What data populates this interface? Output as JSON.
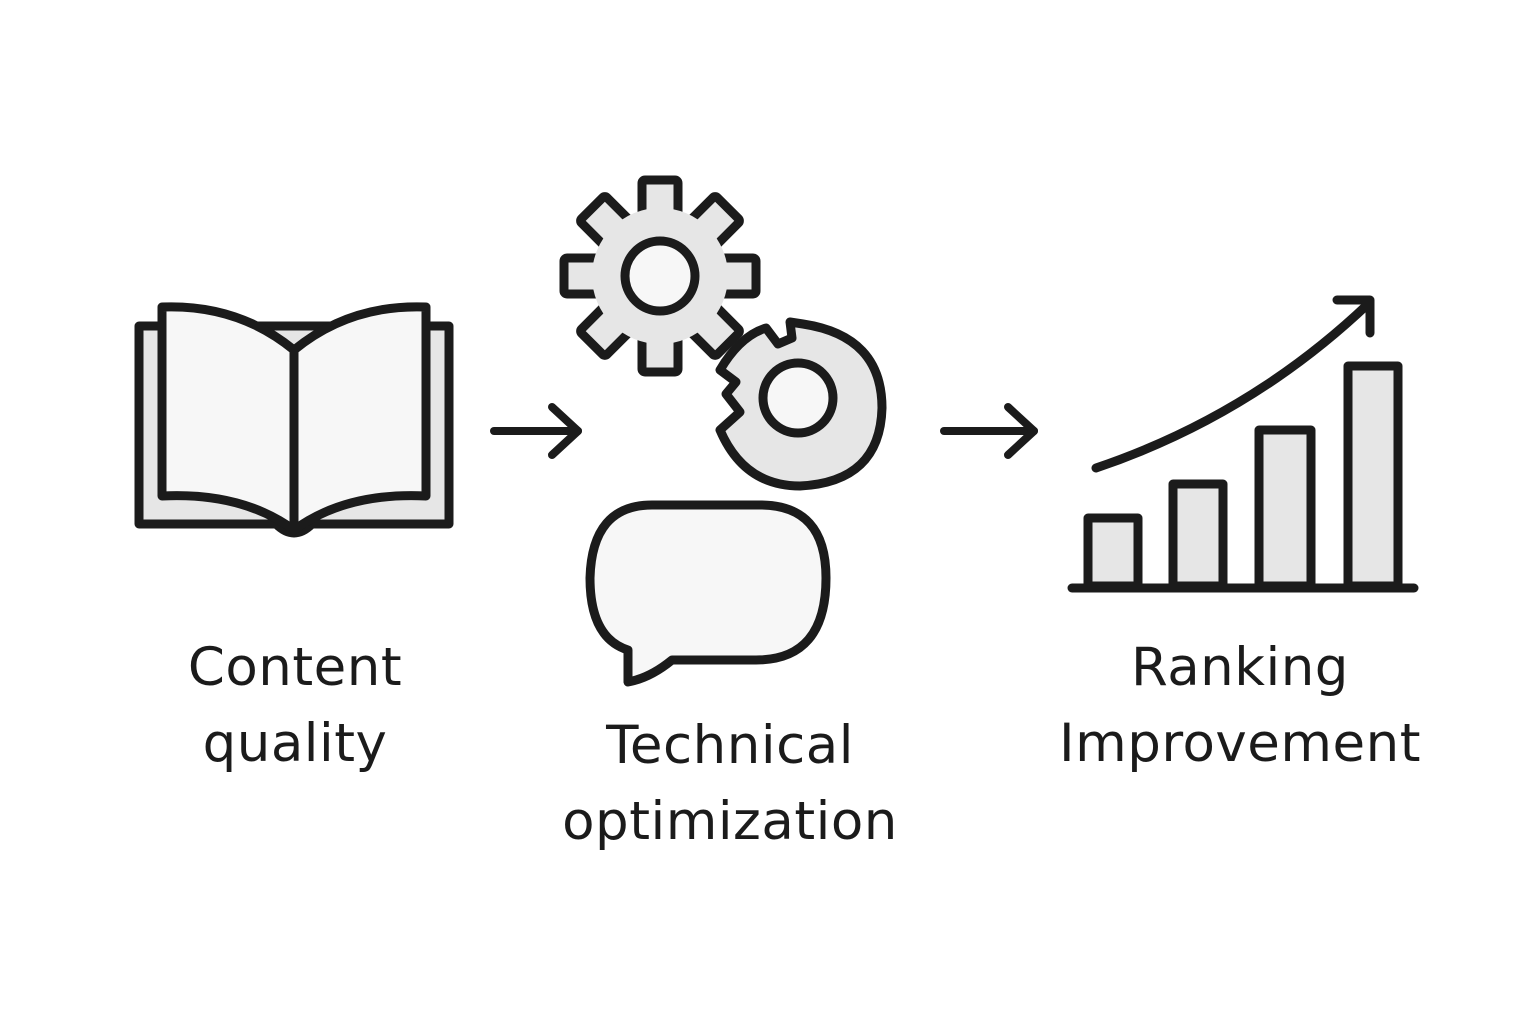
{
  "diagram": {
    "steps": [
      {
        "id": "content-quality",
        "icon": "open-book-icon",
        "label_lines": [
          "Content",
          "quality"
        ]
      },
      {
        "id": "technical-optimization",
        "icons": [
          "gear-icon",
          "broken-gear-icon",
          "speech-bubble-icon"
        ],
        "label_lines": [
          "Technical",
          "optimization"
        ]
      },
      {
        "id": "ranking-improvement",
        "icon": "rising-bar-chart-icon",
        "label_lines": [
          "Ranking",
          "Improvement"
        ]
      }
    ],
    "connectors": [
      {
        "from": "content-quality",
        "to": "technical-optimization",
        "icon": "arrow-right-icon"
      },
      {
        "from": "technical-optimization",
        "to": "ranking-improvement",
        "icon": "arrow-right-icon"
      }
    ],
    "colors": {
      "stroke": "#1b1b1b",
      "fill_light": "#e6e6e6",
      "fill_page": "#f7f7f7",
      "background": "#ffffff"
    }
  }
}
